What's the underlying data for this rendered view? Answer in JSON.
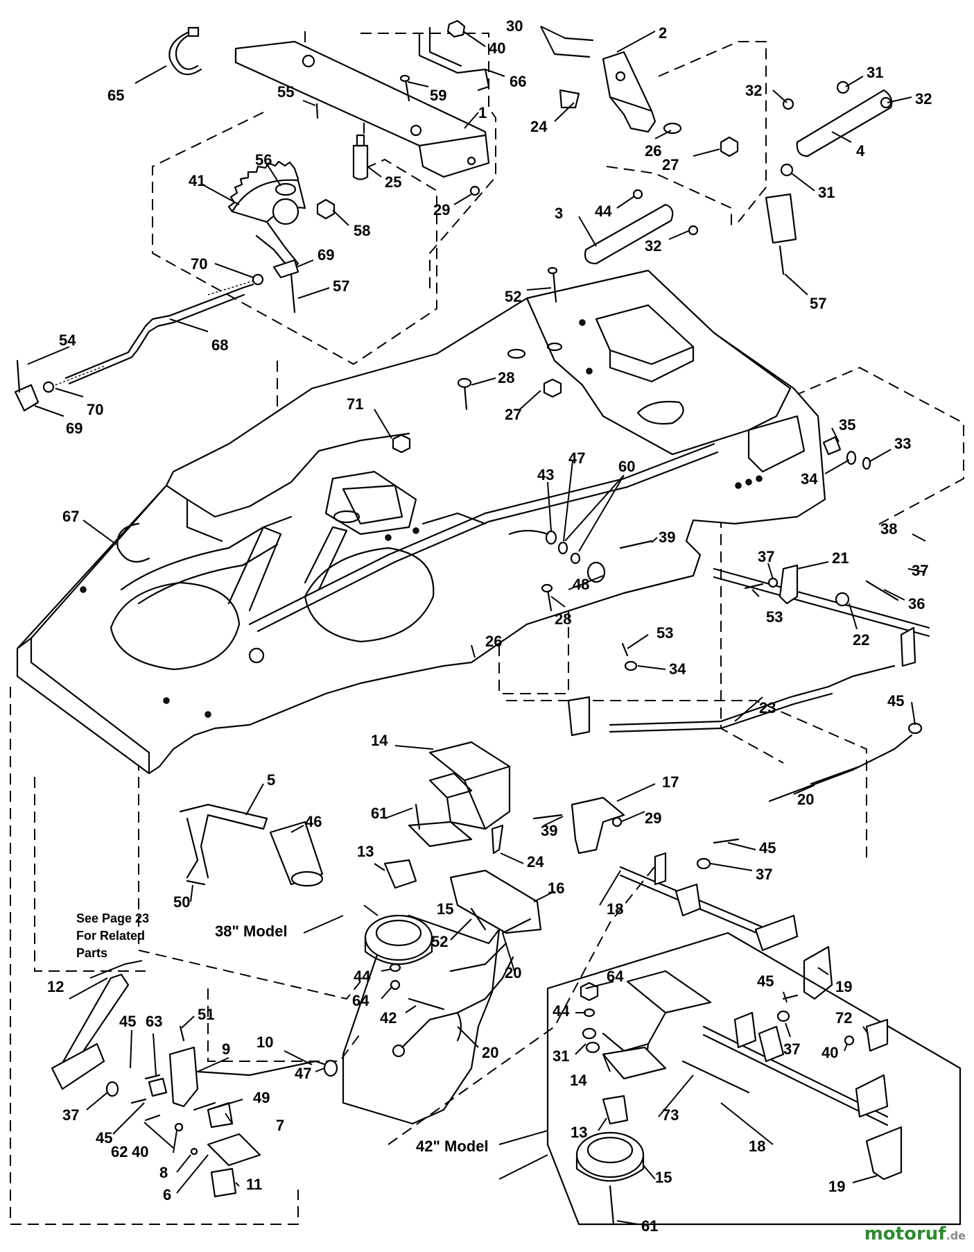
{
  "notes": {
    "related_parts": [
      "See Page 23",
      "For Related",
      "Parts"
    ],
    "model_38": "38\" Model",
    "model_42": "42\" Model"
  },
  "watermark": {
    "brand": "motoruf",
    "tld": ".de",
    "color_brand": "#2f8a2f",
    "color_tld": "#888888"
  },
  "callouts": [
    {
      "id": "c65",
      "text": "65"
    },
    {
      "id": "c55",
      "text": "55"
    },
    {
      "id": "c59",
      "text": "59"
    },
    {
      "id": "c40a",
      "text": "40"
    },
    {
      "id": "c66",
      "text": "66"
    },
    {
      "id": "c30",
      "text": "30"
    },
    {
      "id": "c2",
      "text": "2"
    },
    {
      "id": "c31a",
      "text": "31"
    },
    {
      "id": "c32a",
      "text": "32"
    },
    {
      "id": "c32b",
      "text": "32"
    },
    {
      "id": "c4",
      "text": "4"
    },
    {
      "id": "c31b",
      "text": "31"
    },
    {
      "id": "c1",
      "text": "1"
    },
    {
      "id": "c24a",
      "text": "24"
    },
    {
      "id": "c26a",
      "text": "26"
    },
    {
      "id": "c27a",
      "text": "27"
    },
    {
      "id": "c56",
      "text": "56"
    },
    {
      "id": "c41",
      "text": "41"
    },
    {
      "id": "c25",
      "text": "25"
    },
    {
      "id": "c29a",
      "text": "29"
    },
    {
      "id": "c58",
      "text": "58"
    },
    {
      "id": "c3",
      "text": "3"
    },
    {
      "id": "c44a",
      "text": "44"
    },
    {
      "id": "c32c",
      "text": "32"
    },
    {
      "id": "c70a",
      "text": "70"
    },
    {
      "id": "c69a",
      "text": "69"
    },
    {
      "id": "c57a",
      "text": "57"
    },
    {
      "id": "c52a",
      "text": "52"
    },
    {
      "id": "c57b",
      "text": "57"
    },
    {
      "id": "c68",
      "text": "68"
    },
    {
      "id": "c54",
      "text": "54"
    },
    {
      "id": "c70b",
      "text": "70"
    },
    {
      "id": "c69b",
      "text": "69"
    },
    {
      "id": "c28a",
      "text": "28"
    },
    {
      "id": "c27b",
      "text": "27"
    },
    {
      "id": "c71",
      "text": "71"
    },
    {
      "id": "c35",
      "text": "35"
    },
    {
      "id": "c33",
      "text": "33"
    },
    {
      "id": "c34a",
      "text": "34"
    },
    {
      "id": "c43",
      "text": "43"
    },
    {
      "id": "c47a",
      "text": "47"
    },
    {
      "id": "c60",
      "text": "60"
    },
    {
      "id": "c67",
      "text": "67"
    },
    {
      "id": "c39a",
      "text": "39"
    },
    {
      "id": "c48",
      "text": "48"
    },
    {
      "id": "c28b",
      "text": "28"
    },
    {
      "id": "c38",
      "text": "38"
    },
    {
      "id": "c37a",
      "text": "37"
    },
    {
      "id": "c21",
      "text": "21"
    },
    {
      "id": "c37b",
      "text": "37"
    },
    {
      "id": "c36",
      "text": "36"
    },
    {
      "id": "c53a",
      "text": "53"
    },
    {
      "id": "c53b",
      "text": "53"
    },
    {
      "id": "c22",
      "text": "22"
    },
    {
      "id": "c26b",
      "text": "26"
    },
    {
      "id": "c34b",
      "text": "34"
    },
    {
      "id": "c23",
      "text": "23"
    },
    {
      "id": "c45a",
      "text": "45"
    },
    {
      "id": "c14a",
      "text": "14"
    },
    {
      "id": "c5",
      "text": "5"
    },
    {
      "id": "c46",
      "text": "46"
    },
    {
      "id": "c17",
      "text": "17"
    },
    {
      "id": "c61a",
      "text": "61"
    },
    {
      "id": "c39b",
      "text": "39"
    },
    {
      "id": "c29b",
      "text": "29"
    },
    {
      "id": "c20a",
      "text": "20"
    },
    {
      "id": "c13a",
      "text": "13"
    },
    {
      "id": "c24b",
      "text": "24"
    },
    {
      "id": "c45b",
      "text": "45"
    },
    {
      "id": "c37c",
      "text": "37"
    },
    {
      "id": "c50",
      "text": "50"
    },
    {
      "id": "c16",
      "text": "16"
    },
    {
      "id": "c18a",
      "text": "18"
    },
    {
      "id": "c15a",
      "text": "15"
    },
    {
      "id": "c52b",
      "text": "52"
    },
    {
      "id": "c20b",
      "text": "20"
    },
    {
      "id": "c19a",
      "text": "19"
    },
    {
      "id": "c44b",
      "text": "44"
    },
    {
      "id": "c64a",
      "text": "64"
    },
    {
      "id": "c42",
      "text": "42"
    },
    {
      "id": "c12",
      "text": "12"
    },
    {
      "id": "c51",
      "text": "51"
    },
    {
      "id": "c64b",
      "text": "64"
    },
    {
      "id": "c45c",
      "text": "45"
    },
    {
      "id": "c63",
      "text": "63"
    },
    {
      "id": "c9",
      "text": "9"
    },
    {
      "id": "c10",
      "text": "10"
    },
    {
      "id": "c44c",
      "text": "44"
    },
    {
      "id": "c45d",
      "text": "45"
    },
    {
      "id": "c72",
      "text": "72"
    },
    {
      "id": "c31c",
      "text": "31"
    },
    {
      "id": "c37d",
      "text": "37"
    },
    {
      "id": "c20c",
      "text": "20"
    },
    {
      "id": "c47b",
      "text": "47"
    },
    {
      "id": "c40b",
      "text": "40"
    },
    {
      "id": "c37e",
      "text": "37"
    },
    {
      "id": "c49",
      "text": "49"
    },
    {
      "id": "c14b",
      "text": "14"
    },
    {
      "id": "c45e",
      "text": "45"
    },
    {
      "id": "c7",
      "text": "7"
    },
    {
      "id": "c73",
      "text": "73"
    },
    {
      "id": "c62",
      "text": "62"
    },
    {
      "id": "c40c",
      "text": "40"
    },
    {
      "id": "c13b",
      "text": "13"
    },
    {
      "id": "c18b",
      "text": "18"
    },
    {
      "id": "c8",
      "text": "8"
    },
    {
      "id": "c15b",
      "text": "15"
    },
    {
      "id": "c6",
      "text": "6"
    },
    {
      "id": "c11",
      "text": "11"
    },
    {
      "id": "c19b",
      "text": "19"
    },
    {
      "id": "c61b",
      "text": "61"
    }
  ]
}
